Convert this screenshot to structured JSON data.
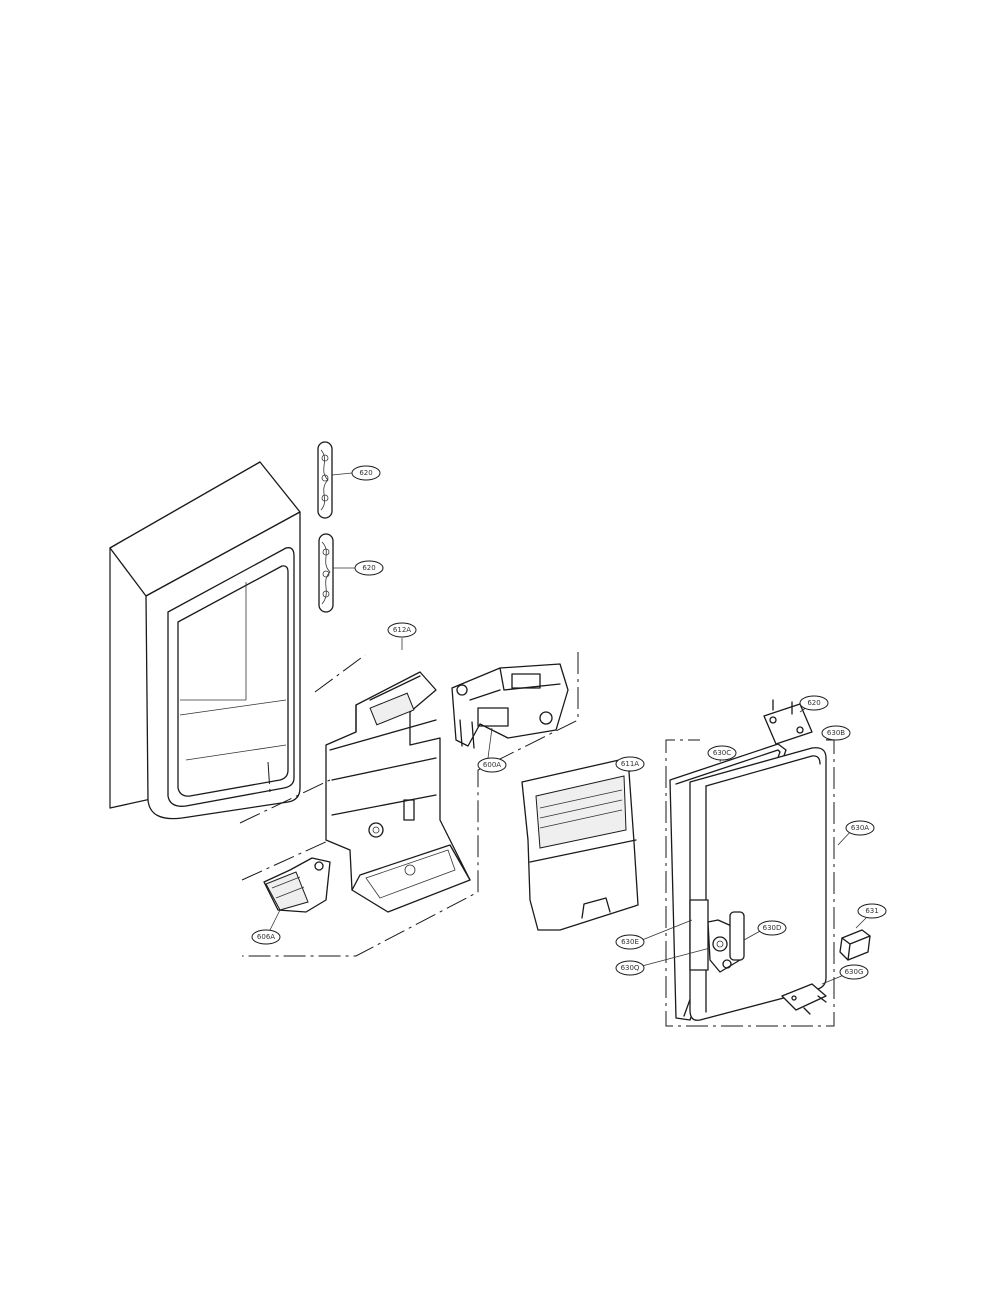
{
  "labels": {
    "p620a_top": "620",
    "p620b": "620",
    "p612a": "612A",
    "p600a": "600A",
    "p606a": "606A",
    "p611a": "611A",
    "p630c": "630C",
    "p620_hinge": "620",
    "p630b": "630B",
    "p630a": "630A",
    "p630e": "630E",
    "p630d": "630D",
    "p630q": "630Q",
    "p631": "631",
    "p630g": "630G"
  }
}
